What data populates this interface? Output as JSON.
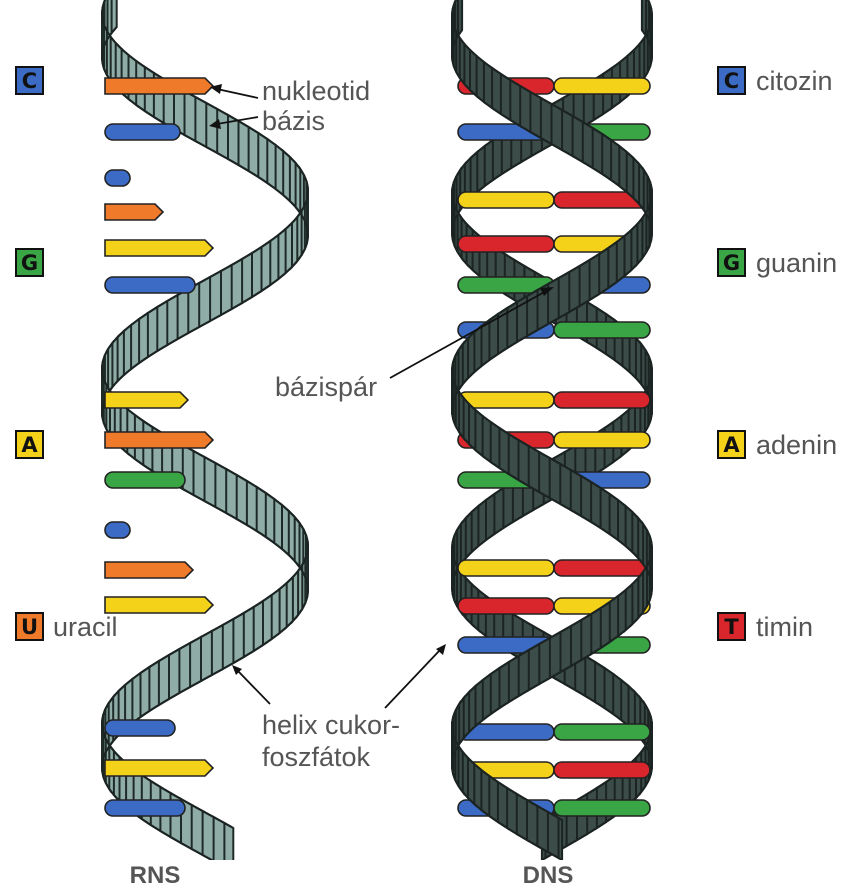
{
  "titles": {
    "rna": "RNS",
    "dna": "DNS"
  },
  "legend_left": [
    {
      "letter": "C",
      "color": "#3b6bc4"
    },
    {
      "letter": "G",
      "color": "#3aa545"
    },
    {
      "letter": "A",
      "color": "#f4d21a"
    },
    {
      "letter": "U",
      "color": "#ef7a2a",
      "label": "uracil"
    }
  ],
  "legend_right": [
    {
      "letter": "C",
      "color": "#3b6bc4",
      "label": "citozin"
    },
    {
      "letter": "G",
      "color": "#3aa545",
      "label": "guanin"
    },
    {
      "letter": "A",
      "color": "#f4d21a",
      "label": "adenin"
    },
    {
      "letter": "T",
      "color": "#d8262c",
      "label": "timin"
    }
  ],
  "annotations": {
    "nukleotid": "nukleotid",
    "bazis": "bázis",
    "bazispar": "bázispár",
    "helix_line1": "helix cukor-",
    "helix_line2": "foszfátok"
  },
  "colors": {
    "cytosine": "#3b6bc4",
    "guanine": "#3aa545",
    "adenine": "#f4d21a",
    "thymine": "#d8262c",
    "uracil": "#ef7a2a",
    "rna_backbone": "#8fada6",
    "dna_backbone": "#3c4c48"
  }
}
